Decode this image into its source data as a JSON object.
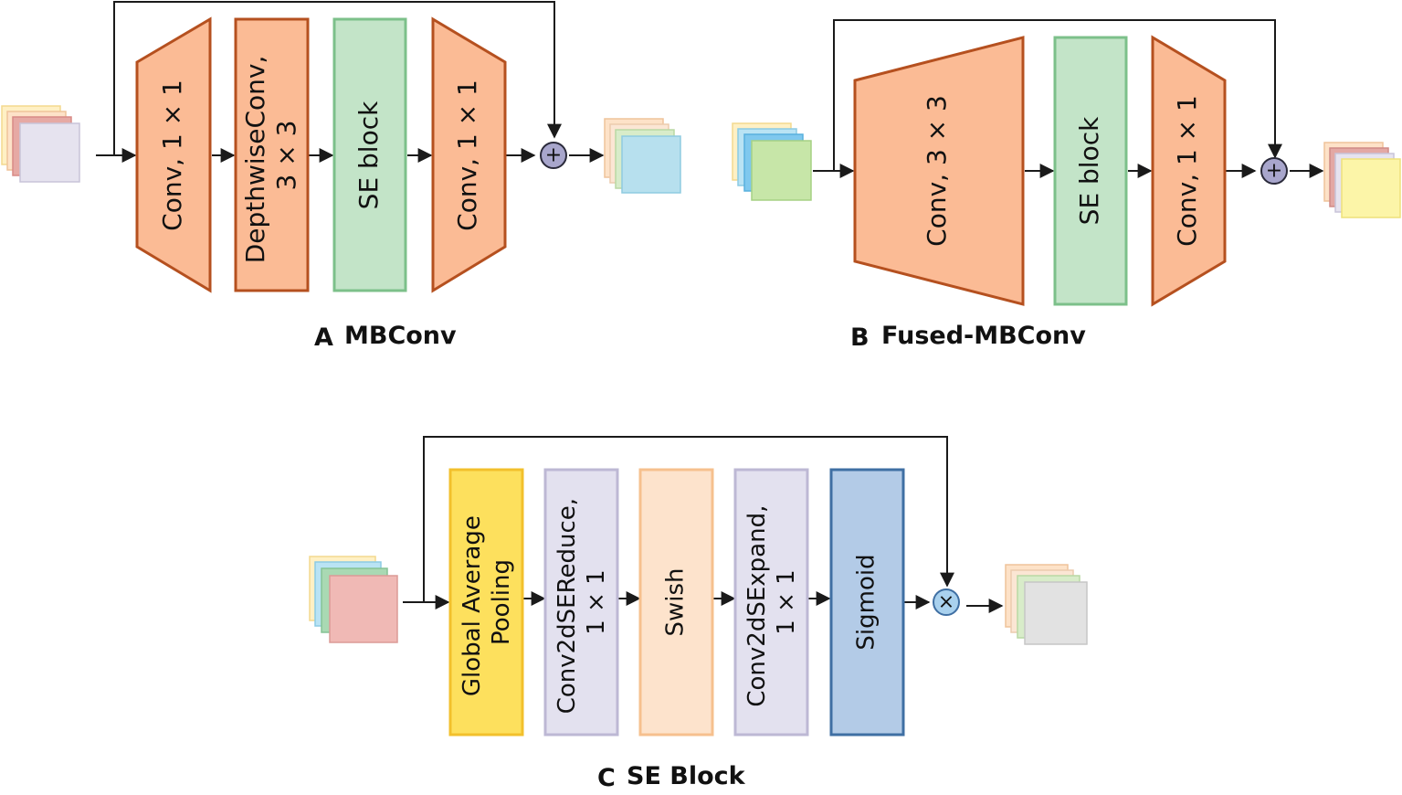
{
  "panel_a": {
    "letter": "A",
    "caption": "MBConv",
    "blocks": {
      "conv_in": "Conv, 1 × 1",
      "depthwise_line1": "DepthwiseConv,",
      "depthwise_line2": "3 × 3",
      "se": "SE block",
      "conv_out": "Conv, 1 × 1"
    },
    "op": "+"
  },
  "panel_b": {
    "letter": "B",
    "caption": "Fused-MBConv",
    "blocks": {
      "conv_in": "Conv, 3 × 3",
      "se": "SE block",
      "conv_out": "Conv, 1 × 1"
    },
    "op": "+"
  },
  "panel_c": {
    "letter": "C",
    "caption": "SE Block",
    "blocks": {
      "gap_line1": "Global Average",
      "gap_line2": "Pooling",
      "reduce_line1": "Conv2dSEReduce,",
      "reduce_line2": "1 × 1",
      "swish": "Swish",
      "expand_line1": "Conv2dSExpand,",
      "expand_line2": "1 × 1",
      "sigmoid": "Sigmoid"
    },
    "op": "×"
  },
  "colors": {
    "conv_fill": "#fbbb95",
    "conv_stroke": "#b5501f",
    "se_fill": "#c3e4c8",
    "se_stroke": "#7cc08a",
    "gap_fill": "#fde05d",
    "gap_stroke": "#f2c02c",
    "reduce_fill": "#e3e1ef",
    "reduce_stroke": "#bdb8d4",
    "swish_fill": "#fde3cc",
    "swish_stroke": "#f6c08e",
    "sigmoid_fill": "#b3cbe7",
    "sigmoid_stroke": "#3f6fa3",
    "op_add_fill": "#a8a6cc",
    "op_mul_fill": "#a9d1ee"
  }
}
